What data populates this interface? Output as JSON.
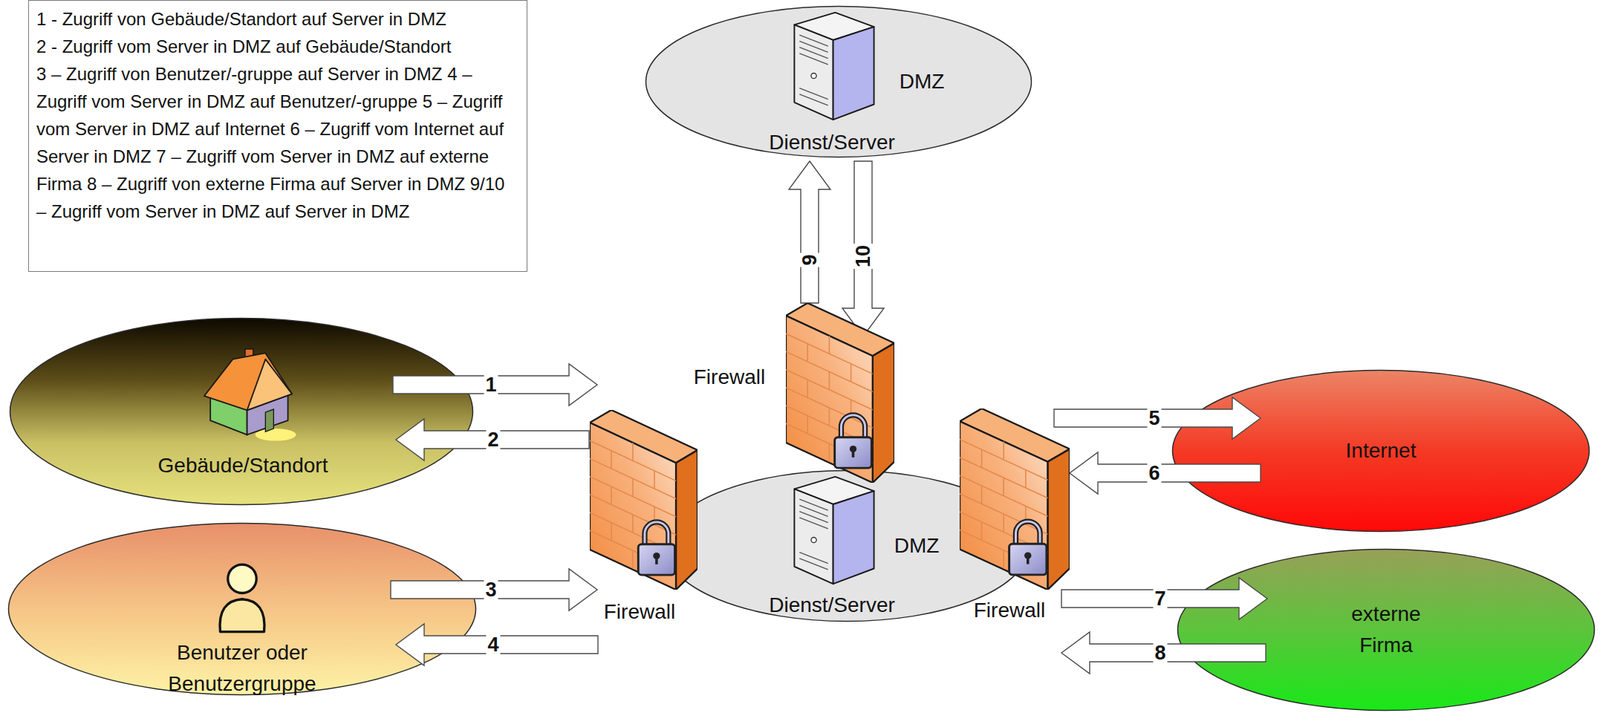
{
  "diagram": {
    "nodes": [
      {
        "text": [
          "1 - Zugriff von Gebäude/Standort auf Server in DMZ",
          "2 - Zugriff vom Server in DMZ auf Gebäude/Standort",
          "3 – Zugriff von Benutzer/-gruppe auf Server in DMZ",
          "4 – Zugriff vom Server in DMZ auf Benutzer/-gruppe",
          "5 – Zugriff vom Server in DMZ auf Internet",
          "6 – Zugriff vom Internet auf Server in DMZ",
          "7 – Zugriff vom Server in DMZ auf externe Firma",
          "8 – Zugriff von externe Firma auf Server in DMZ",
          "9/10 – Zugriff vom Server in DMZ auf Server in DMZ"
        ]
      },
      {
        "text": [
          "DMZ",
          "Dienst/Server"
        ]
      },
      {
        "text": [
          "Gebäude/Standort"
        ]
      },
      {
        "text": [
          "Internet"
        ]
      },
      {
        "text": [
          "DMZ",
          "Dienst/Server"
        ]
      },
      {
        "text": [
          "Benutzer oder Benutzergruppe"
        ]
      },
      {
        "text": [
          "externe Firma"
        ]
      }
    ],
    "edges": [
      {
        "from": 2,
        "to": 4,
        "arrow": "to",
        "label": "1"
      },
      {
        "from": 4,
        "to": 2,
        "arrow": "to",
        "label": "2"
      },
      {
        "from": 5,
        "to": 4,
        "arrow": "to",
        "label": "3"
      },
      {
        "from": 4,
        "to": 5,
        "arrow": "to",
        "label": "4"
      },
      {
        "from": 4,
        "to": 3,
        "arrow": "to",
        "label": "5"
      },
      {
        "from": 3,
        "to": 4,
        "arrow": "to",
        "label": "6"
      },
      {
        "from": 4,
        "to": 6,
        "arrow": "to",
        "label": "7"
      },
      {
        "from": 6,
        "to": 4,
        "arrow": "to",
        "label": "8"
      },
      {
        "from": 4,
        "to": 1,
        "arrow": "to",
        "label": "9"
      },
      {
        "from": 1,
        "to": 4,
        "arrow": "to",
        "label": "10"
      }
    ],
    "labels": [
      "Firewall",
      "Firewall",
      "Firewall"
    ]
  }
}
